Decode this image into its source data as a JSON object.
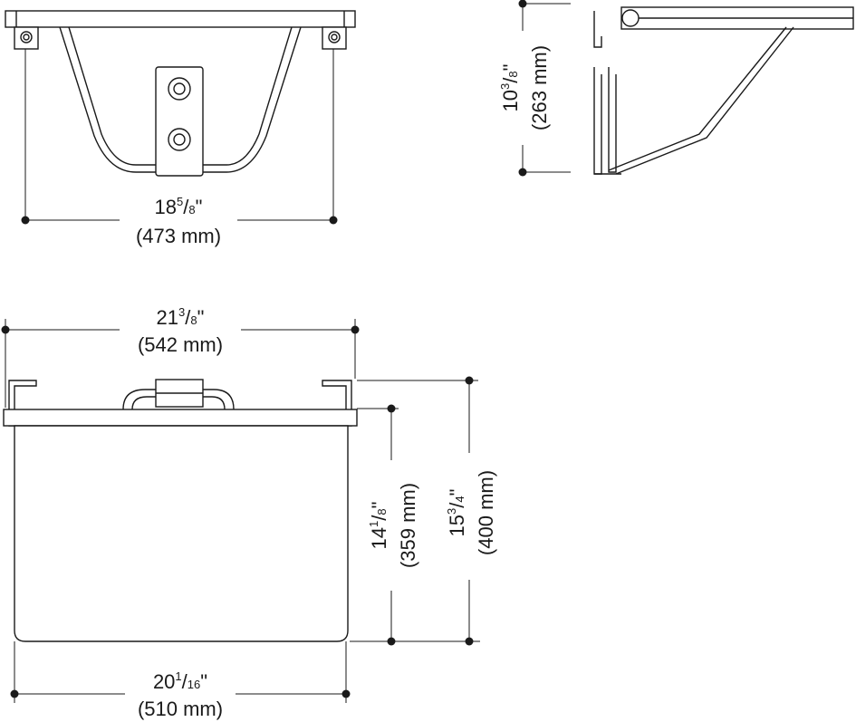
{
  "dimensions": {
    "front_bracket_width": {
      "whole": "18",
      "num": "5",
      "den": "8",
      "inch_mark": "\"",
      "metric": "(473 mm)"
    },
    "side_height": {
      "whole": "10",
      "num": "3",
      "den": "8",
      "inch_mark": "\"",
      "metric": "(263 mm)"
    },
    "overall_width": {
      "whole": "21",
      "num": "3",
      "den": "8",
      "inch_mark": "\"",
      "metric": "(542 mm)"
    },
    "seat_width": {
      "whole": "20",
      "num": "1",
      "den": "16",
      "inch_mark": "\"",
      "metric": "(510 mm)"
    },
    "seat_depth": {
      "whole": "14",
      "num": "1",
      "den": "8",
      "inch_mark": "\"",
      "metric": "(359 mm)"
    },
    "overall_depth": {
      "whole": "15",
      "num": "3",
      "den": "4",
      "inch_mark": "\"",
      "metric": "(400 mm)"
    }
  }
}
